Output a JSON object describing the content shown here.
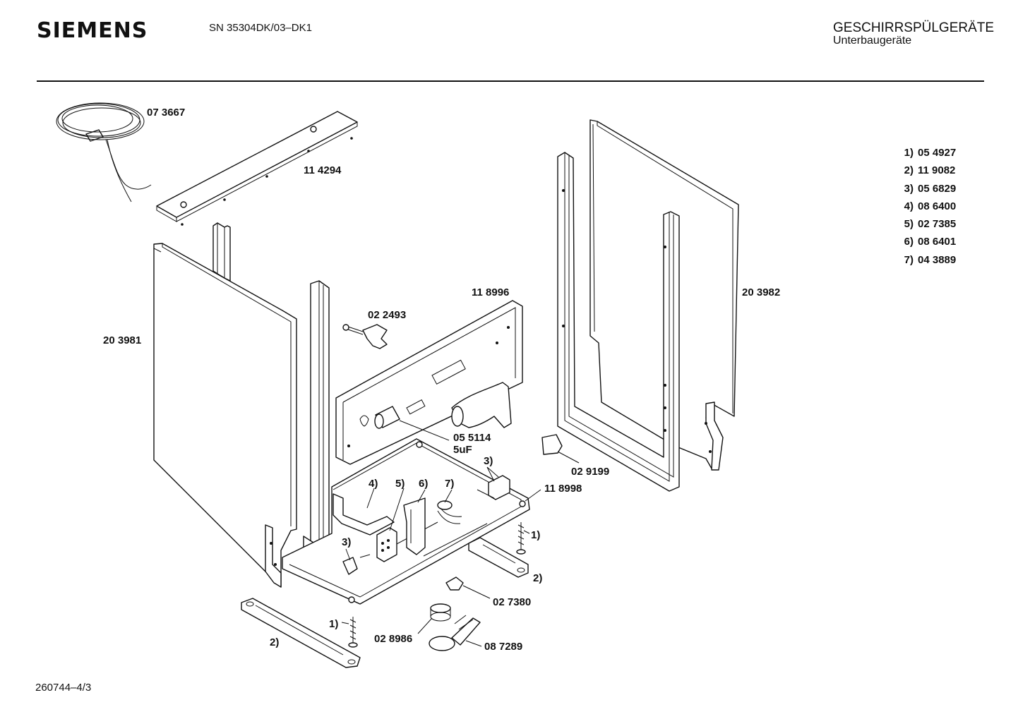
{
  "header": {
    "brand": "SIEMENS",
    "model": "SN 35304DK/03–DK1",
    "category": "GESCHIRRSPÜLGERÄTE",
    "subcategory": "Unterbaugeräte"
  },
  "footer": {
    "document_number": "260744–4/3"
  },
  "legend": [
    {
      "key": "1)",
      "part": "05 4927"
    },
    {
      "key": "2)",
      "part": "11 9082"
    },
    {
      "key": "3)",
      "part": "05 6829"
    },
    {
      "key": "4)",
      "part": "08 6400"
    },
    {
      "key": "5)",
      "part": "02 7385"
    },
    {
      "key": "6)",
      "part": "08 6401"
    },
    {
      "key": "7)",
      "part": "04 3889"
    }
  ],
  "labels": {
    "power_cord": "07 3667",
    "top_strip": "11 4294",
    "side_panel_left": "20 3981",
    "side_panel_right": "20 3982",
    "front_panel": "11 8996",
    "hinge_clip": "02 2493",
    "capacitor": "05 5114",
    "capacitor_value": "5uF",
    "switch": "02 9199",
    "base_frame": "11 8998",
    "float_switch": "02 7380",
    "float": "02 8986",
    "float_housing": "08 7289",
    "ref_1_right": "1)",
    "ref_1_left": "1)",
    "ref_2_right": "2)",
    "ref_2_left": "2)",
    "ref_3_upper": "3)",
    "ref_3_lower": "3)",
    "ref_4": "4)",
    "ref_5": "5)",
    "ref_6": "6)",
    "ref_7": "7)"
  }
}
